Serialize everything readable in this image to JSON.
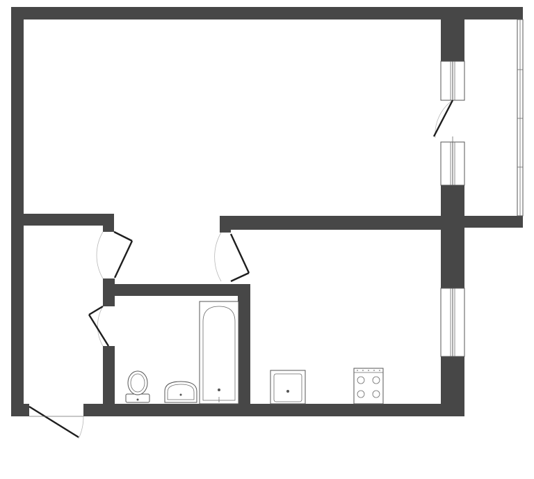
{
  "plan": {
    "colors": {
      "wall": "#474747",
      "background": "#ffffff",
      "door_leaf": "#1e1e1e",
      "fixture_outline": "#555555"
    },
    "rooms": [
      "living-room",
      "hallway",
      "bathroom",
      "kitchen",
      "balcony"
    ],
    "fixtures": [
      "toilet",
      "washbasin",
      "bathtub",
      "kitchen-sink",
      "stove"
    ],
    "doors": [
      "entrance-door",
      "living-room-door",
      "kitchen-door",
      "bathroom-door",
      "balcony-door"
    ],
    "windows": [
      "balcony-window-upper",
      "balcony-window-lower",
      "kitchen-window",
      "balcony-glazing"
    ]
  }
}
